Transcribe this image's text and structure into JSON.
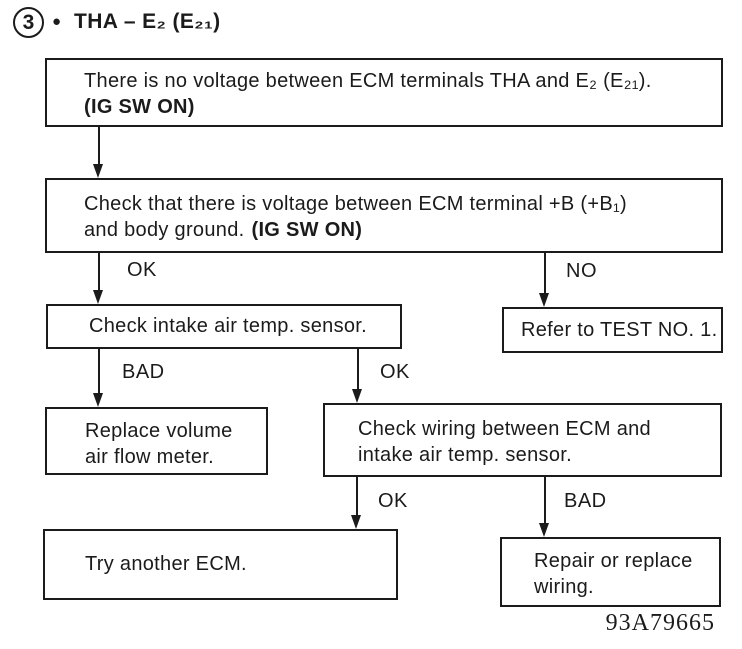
{
  "page": {
    "background": "#ffffff",
    "ink_color": "#1b1b1b"
  },
  "header": {
    "step_number": "3",
    "bullet": "●",
    "title": "THA – E₂ (E₂₁)"
  },
  "flowchart": {
    "box1": {
      "line1": "There is no voltage between ECM terminals THA and E₂ (E₂₁).",
      "condition_bold": "(IG SW ON)"
    },
    "box2": {
      "line1": "Check that there is voltage between ECM terminal +B (+B₁)",
      "line2": "and body ground.",
      "condition_bold": "(IG SW ON)"
    },
    "box3": {
      "text": "Check intake air temp. sensor."
    },
    "box4": {
      "text": "Refer to TEST NO. 1."
    },
    "box5": {
      "line1": "Replace volume",
      "line2": "air flow meter."
    },
    "box6": {
      "line1": "Check wiring between ECM and",
      "line2": "intake air temp. sensor."
    },
    "box7": {
      "text": "Try another ECM."
    },
    "box8": {
      "line1": "Repair or replace",
      "line2": "wiring."
    },
    "labels": {
      "box2_ok": "OK",
      "box2_no": "NO",
      "box3_bad": "BAD",
      "box3_ok": "OK",
      "box6_ok": "OK",
      "box6_bad": "BAD"
    }
  },
  "footer": {
    "figure_code": "93A79665"
  }
}
